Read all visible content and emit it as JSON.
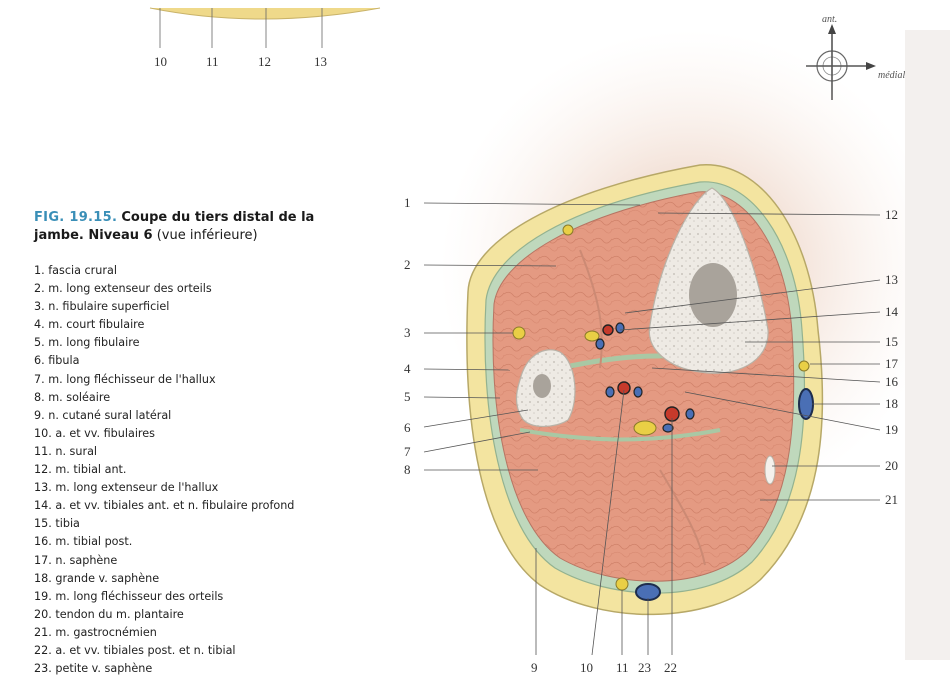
{
  "caption": {
    "fig_number": "FIG. 19.15.",
    "title_bold": "Coupe du tiers distal de la jambe. Niveau 6",
    "title_rest": "(vue inférieure)"
  },
  "legend": [
    "1. fascia crural",
    "2. m. long extenseur des orteils",
    "3. n. fibulaire superficiel",
    "4. m. court fibulaire",
    "5. m. long fibulaire",
    "6. fibula",
    "7. m. long fléchisseur de l'hallux",
    "8. m. soléaire",
    "9. n. cutané sural latéral",
    "10. a. et vv. fibulaires",
    "11. n. sural",
    "12. m. tibial ant.",
    "13. m. long extenseur de l'hallux",
    "14. a. et vv. tibiales ant. et n. fibulaire profond",
    "15. tibia",
    "16. m. tibial post.",
    "17. n. saphène",
    "18. grande v. saphène",
    "19. m. long fléchisseur des orteils",
    "20. tendon du m. plantaire",
    "21. m. gastrocnémien",
    "22. a. et vv. tibiales post. et n. tibial",
    "23. petite v. saphène"
  ],
  "orientation": {
    "anterior": "ant.",
    "medial": "médial"
  },
  "top_numbers": [
    "10",
    "11",
    "12",
    "13"
  ],
  "left_numbers": [
    "1",
    "2",
    "3",
    "4",
    "5",
    "6",
    "7",
    "8"
  ],
  "right_numbers": [
    "12",
    "13",
    "14",
    "15",
    "17",
    "16",
    "18",
    "19",
    "20",
    "21"
  ],
  "bottom_numbers": [
    "9",
    "10",
    "11",
    "23",
    "22"
  ],
  "colors": {
    "skin": "#f3e6a8",
    "fat": "#f0dc8c",
    "muscle": "#e39a82",
    "bone": "#f4f1ec",
    "fascia": "#bcd7b8",
    "caption_accent": "#3a8fb7"
  }
}
